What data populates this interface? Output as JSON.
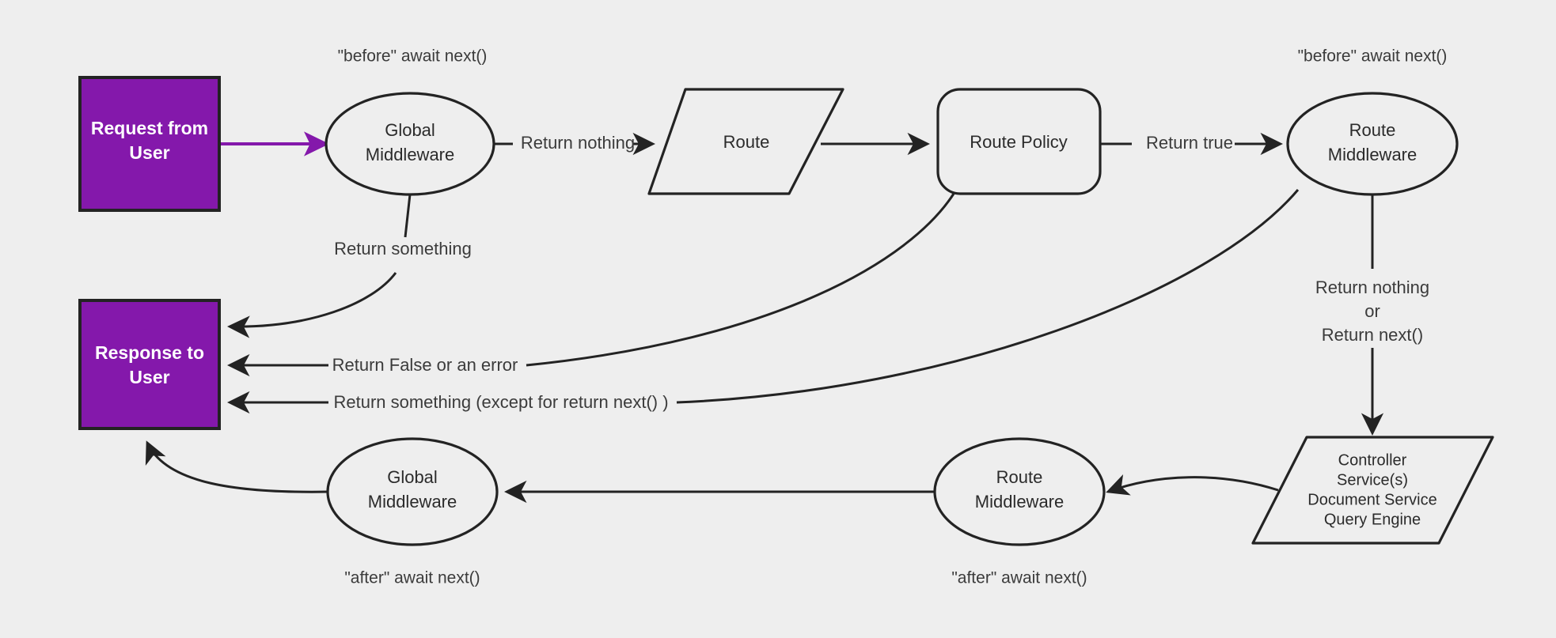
{
  "diagram": {
    "title": "Request lifecycle middleware flow",
    "background_color": "#eeeeee",
    "accent_color": "#8418ab",
    "stroke_color": "#232323",
    "text_color": "#3b3b3b"
  },
  "nodes": {
    "request_box": {
      "line1": "Request from",
      "line2": "User",
      "shape": "rectangle",
      "fill": "#8418ab"
    },
    "response_box": {
      "line1": "Response to",
      "line2": "User",
      "shape": "rectangle",
      "fill": "#8418ab"
    },
    "global_mw_top": {
      "line1": "Global",
      "line2": "Middleware",
      "shape": "ellipse"
    },
    "route": {
      "line1": "Route",
      "shape": "parallelogram"
    },
    "route_policy": {
      "line1": "Route Policy",
      "shape": "rounded-rectangle"
    },
    "route_mw_top": {
      "line1": "Route",
      "line2": "Middleware",
      "shape": "ellipse"
    },
    "controller": {
      "line1": "Controller",
      "line2": "Service(s)",
      "line3": "Document Service",
      "line4": "Query Engine",
      "shape": "parallelogram"
    },
    "route_mw_bottom": {
      "line1": "Route",
      "line2": "Middleware",
      "shape": "ellipse"
    },
    "global_mw_bottom": {
      "line1": "Global",
      "line2": "Middleware",
      "shape": "ellipse"
    }
  },
  "edge_labels": {
    "return_nothing": "Return nothing",
    "return_true": "Return true",
    "return_something_top": "Return something",
    "return_false_or_error": "Return False or an error",
    "return_something_except": "Return something (except for return next() )",
    "return_nothing_or_next_line1": "Return nothing",
    "return_nothing_or_next_line2": "or",
    "return_nothing_or_next_line3": "Return next()"
  },
  "notes": {
    "before_await_next_left": "\"before\" await next()",
    "before_await_next_right": "\"before\" await next()",
    "after_await_next_left": "\"after\" await next()",
    "after_await_next_right": "\"after\" await next()"
  },
  "chart_data": {
    "type": "diagram",
    "title": "Request lifecycle middleware flow",
    "nodes": [
      {
        "id": "request",
        "label": "Request from User",
        "shape": "rectangle",
        "fill": "#8418ab"
      },
      {
        "id": "global_mw_top",
        "label": "Global Middleware",
        "shape": "ellipse"
      },
      {
        "id": "route",
        "label": "Route",
        "shape": "parallelogram"
      },
      {
        "id": "route_policy",
        "label": "Route Policy",
        "shape": "rounded-rectangle"
      },
      {
        "id": "route_mw_top",
        "label": "Route Middleware",
        "shape": "ellipse"
      },
      {
        "id": "controller",
        "label": "Controller / Service(s) / Document Service / Query Engine",
        "shape": "parallelogram"
      },
      {
        "id": "route_mw_bottom",
        "label": "Route Middleware",
        "shape": "ellipse"
      },
      {
        "id": "global_mw_bottom",
        "label": "Global Middleware",
        "shape": "ellipse"
      },
      {
        "id": "response",
        "label": "Response to User",
        "shape": "rectangle",
        "fill": "#8418ab"
      }
    ],
    "edges": [
      {
        "from": "request",
        "to": "global_mw_top",
        "label": "",
        "color": "#8418ab"
      },
      {
        "from": "global_mw_top",
        "to": "route",
        "label": "Return nothing"
      },
      {
        "from": "route",
        "to": "route_policy",
        "label": ""
      },
      {
        "from": "route_policy",
        "to": "route_mw_top",
        "label": "Return true"
      },
      {
        "from": "global_mw_top",
        "to": "response",
        "label": "Return something"
      },
      {
        "from": "route_policy",
        "to": "response",
        "label": "Return False or an error"
      },
      {
        "from": "route_mw_top",
        "to": "response",
        "label": "Return something (except for return next() )"
      },
      {
        "from": "route_mw_top",
        "to": "controller",
        "label": "Return nothing or Return next()"
      },
      {
        "from": "controller",
        "to": "route_mw_bottom",
        "label": ""
      },
      {
        "from": "route_mw_bottom",
        "to": "global_mw_bottom",
        "label": ""
      },
      {
        "from": "global_mw_bottom",
        "to": "response",
        "label": ""
      }
    ]
  }
}
